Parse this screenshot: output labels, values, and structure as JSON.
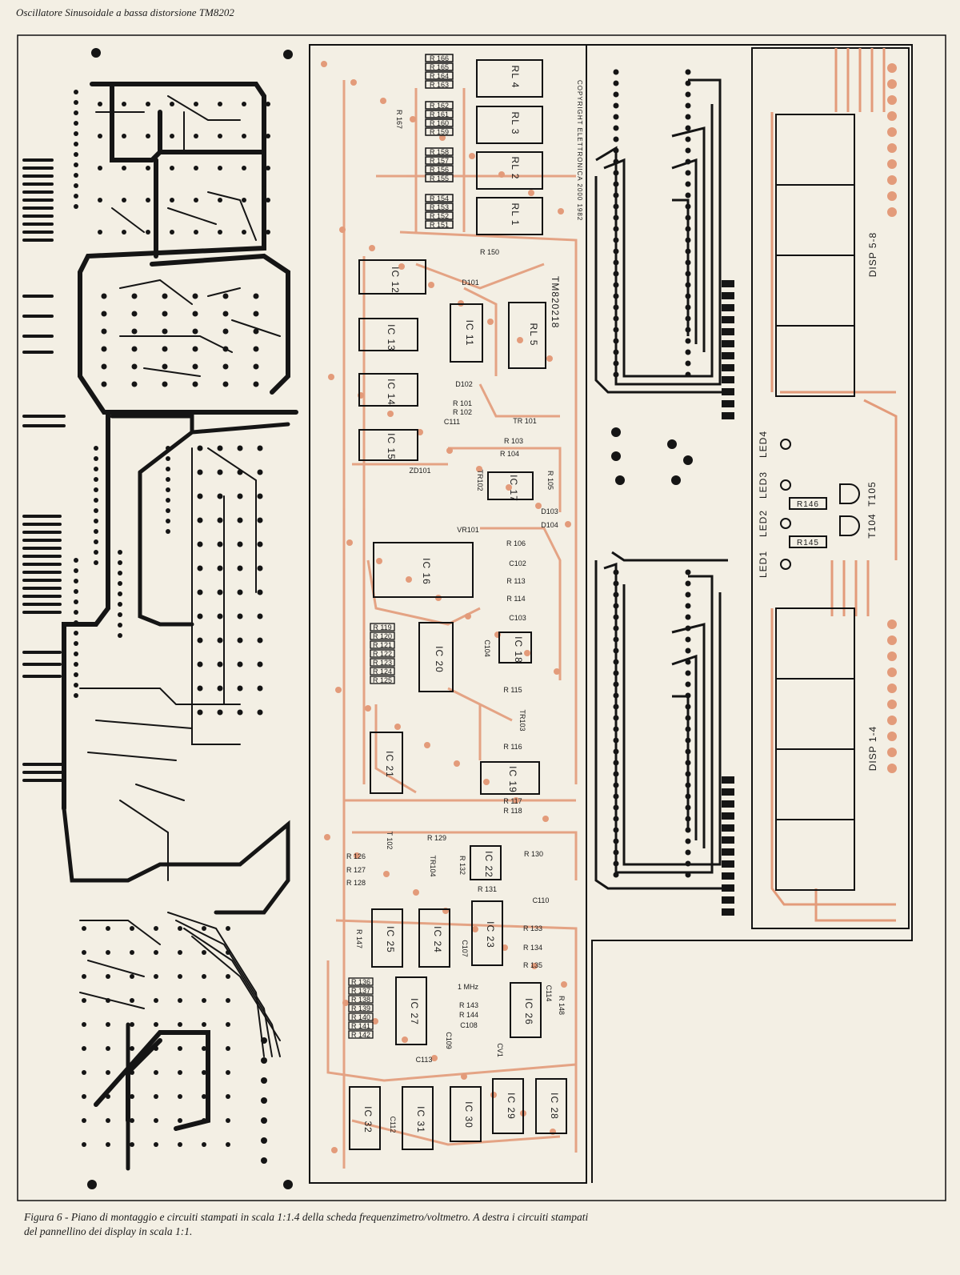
{
  "header": {
    "title": "Oscillatore Sinusoidale a bassa distorsione TM8202"
  },
  "caption": {
    "text": "Figura 6 - Piano di montaggio e circuiti stampati in scala 1:1.4 della scheda frequenzimetro/voltmetro. A destra i circuiti stampati del pannellino dei display in scala 1:1."
  },
  "colors": {
    "background": "#f3efe4",
    "copper": "#151515",
    "silkscreen": "#e39b7a",
    "outline": "#111111"
  },
  "board": {
    "relays": [
      "RL 4",
      "RL 3",
      "RL 2",
      "RL 1",
      "RL 5"
    ],
    "ics": [
      "IC 12",
      "IC 11",
      "IC 13",
      "IC 14",
      "IC 15",
      "IC 17",
      "IC 16",
      "IC 20",
      "IC 18",
      "IC 21",
      "IC 19",
      "IC 22",
      "IC 25",
      "IC 24",
      "IC 23",
      "IC 27",
      "IC 26",
      "IC 32",
      "IC 31",
      "IC 30",
      "IC 29",
      "IC 28"
    ],
    "resistors_top": [
      "R 166",
      "R 165",
      "R 164",
      "R 163",
      "R 162",
      "R 161",
      "R 160",
      "R 159",
      "R 158",
      "R 157",
      "R 156",
      "R 155",
      "R 154",
      "R 153",
      "R 152",
      "R 151"
    ],
    "misc_labels": [
      "R 167",
      "R 150",
      "D101",
      "D102",
      "R 101",
      "R 102",
      "C111",
      "TR 101",
      "R 103",
      "R 104",
      "ZD101",
      "TR102",
      "R 105",
      "D103",
      "D104",
      "VR101",
      "R 106",
      "C102",
      "R 113",
      "R 114",
      "C103",
      "C104",
      "R 115",
      "TR103",
      "R 116",
      "R 117",
      "R 118",
      "R 129",
      "R 130",
      "R 126",
      "R 127",
      "R 128",
      "T 102",
      "TR104",
      "R 132",
      "R 131",
      "C110",
      "R 133",
      "R 134",
      "R 135",
      "C107",
      "1 MHz",
      "R 143",
      "R 144",
      "C108",
      "C109",
      "CV1",
      "C113",
      "C112",
      "R 147",
      "R 148",
      "C114"
    ],
    "resistors_ic20": [
      "R 119",
      "R 120",
      "R 121",
      "R 122",
      "R 123",
      "R 124",
      "R 125"
    ],
    "resistors_ic27": [
      "R 136",
      "R 137",
      "R 138",
      "R 139",
      "R 140",
      "R 141",
      "R 142"
    ],
    "board_code": "TM820218",
    "copyright": "COPYRIGHT ELETTRONICA 2000 1982"
  },
  "display_panel": {
    "labels": [
      "DISP 5-8",
      "DISP 1-4",
      "LED1",
      "LED2",
      "LED3",
      "LED4",
      "R146",
      "R145",
      "T105",
      "T104"
    ]
  }
}
